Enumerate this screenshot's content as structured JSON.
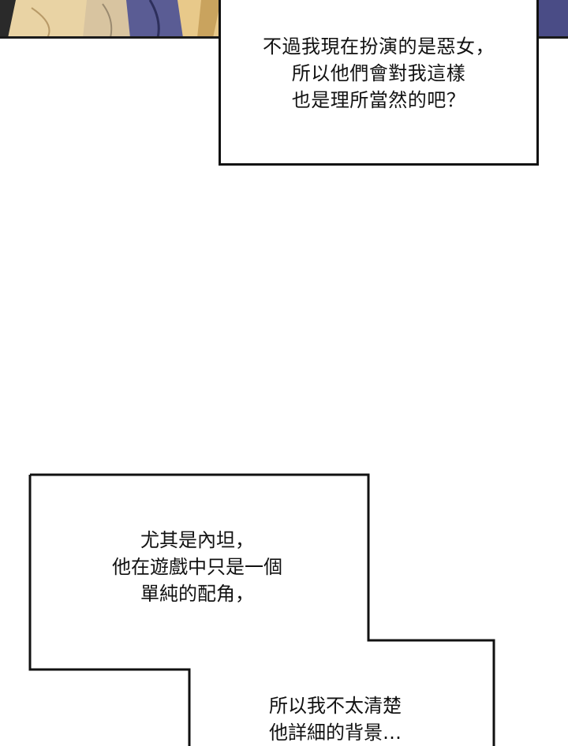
{
  "panel_top": {
    "illustration": "character-hair-and-clothing-fragment",
    "colors": {
      "hair": "#e8c98a",
      "hair_shadow": "#c9a35e",
      "clothing": "#4a4c86",
      "clothing_dark": "#2d2f5c",
      "background_right": "#3a3c6a"
    }
  },
  "bubble_top": {
    "lines": [
      "不過我現在扮演的是惡女，",
      "所以他們會對我這樣",
      "也是理所當然的吧？"
    ]
  },
  "box_middle": {
    "lines": [
      "尤其是內坦，",
      "他在遊戲中只是一個",
      "單純的配角，"
    ]
  },
  "box_lower": {
    "lines": [
      "所以我不太清楚",
      "他詳細的背景…"
    ]
  }
}
